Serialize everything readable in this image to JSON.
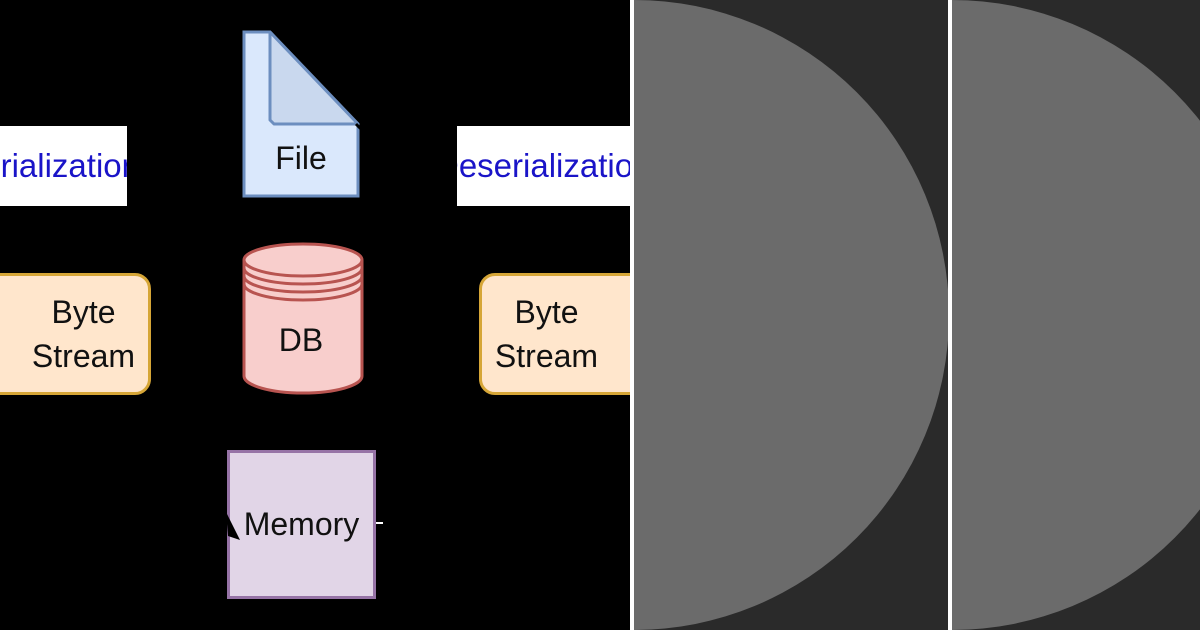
{
  "diagram": {
    "serialization_label": "Serialization",
    "deserialization_label": "Deserialization",
    "file_label": "File",
    "db_label": "DB",
    "memory_label": "Memory",
    "byte_stream_left": {
      "line1": "Byte",
      "line2": "Stream"
    },
    "byte_stream_right": {
      "line1": "Byte",
      "line2": "Stream"
    }
  },
  "colors": {
    "background": "#000000",
    "label_text": "#1a14c8",
    "file_fill": "#dae8fc",
    "file_stroke": "#6c8ebf",
    "db_fill": "#f8cecc",
    "db_stroke": "#b85450",
    "byte_fill": "#ffe6cc",
    "byte_stroke": "#d6a637",
    "memory_fill": "#e1d5e7",
    "memory_stroke": "#9673a6",
    "panel_bg": "#2a2a2a",
    "half_circle": "#6b6b6b"
  }
}
